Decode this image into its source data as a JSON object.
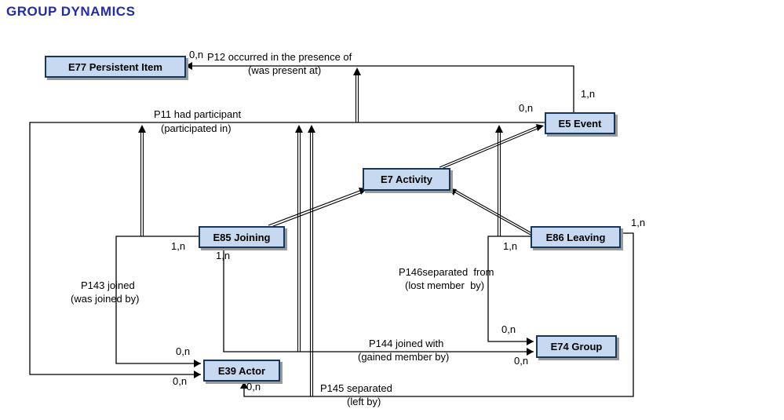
{
  "title": "GROUP DYNAMICS",
  "colors": {
    "title": "#212caa",
    "box_fill": "#c6d9f1",
    "box_border": "#16365c",
    "box_shadow": "#9a9a9a",
    "line": "#000000"
  },
  "nodes": {
    "e77": {
      "label": "E77 Persistent Item"
    },
    "e5": {
      "label": "E5 Event"
    },
    "e7": {
      "label": "E7 Activity"
    },
    "e85": {
      "label": "E85 Joining"
    },
    "e86": {
      "label": "E86 Leaving"
    },
    "e39": {
      "label": "E39 Actor"
    },
    "e74": {
      "label": "E74 Group"
    }
  },
  "edges": {
    "p12": {
      "label": "P12 occurred in the presence of",
      "inverse": "(was present at)",
      "card_domain": "1,n",
      "card_range": "0,n",
      "from": "E5 Event",
      "to": "E77 Persistent Item"
    },
    "p11": {
      "label": "P11 had participant",
      "inverse": "(participated in)",
      "card_domain": "0,n",
      "card_range": "0,n",
      "from": "E5 Event",
      "to": "E39 Actor"
    },
    "p143": {
      "label": "P143 joined",
      "inverse": "(was joined by)",
      "card_domain": "1,n",
      "card_range": "0,n",
      "from": "E85 Joining",
      "to": "E39 Actor"
    },
    "p144": {
      "label": "P144 joined with",
      "inverse": "(gained member by)",
      "card_domain": "1,n",
      "card_range": "0,n",
      "from": "E85 Joining",
      "to": "E74 Group"
    },
    "p145": {
      "label": "P145 separated",
      "inverse": "(left by)",
      "card_domain": "1,n",
      "card_range": "0,n",
      "from": "E86 Leaving",
      "to": "E39 Actor"
    },
    "p146": {
      "label": "P146separated  from",
      "inverse": "(lost member  by)",
      "card_domain": "1,n",
      "card_range": "0,n",
      "from": "E86 Leaving",
      "to": "E74 Group"
    }
  },
  "isa_relations": [
    "E7 Activity isA E5 Event",
    "E85 Joining isA E7 Activity",
    "E86 Leaving isA E7 Activity",
    "P11 subPropertyOf P12",
    "P143 subPropertyOf P11",
    "P144 subPropertyOf P11",
    "P145 subPropertyOf P11",
    "P146 subPropertyOf P11"
  ]
}
